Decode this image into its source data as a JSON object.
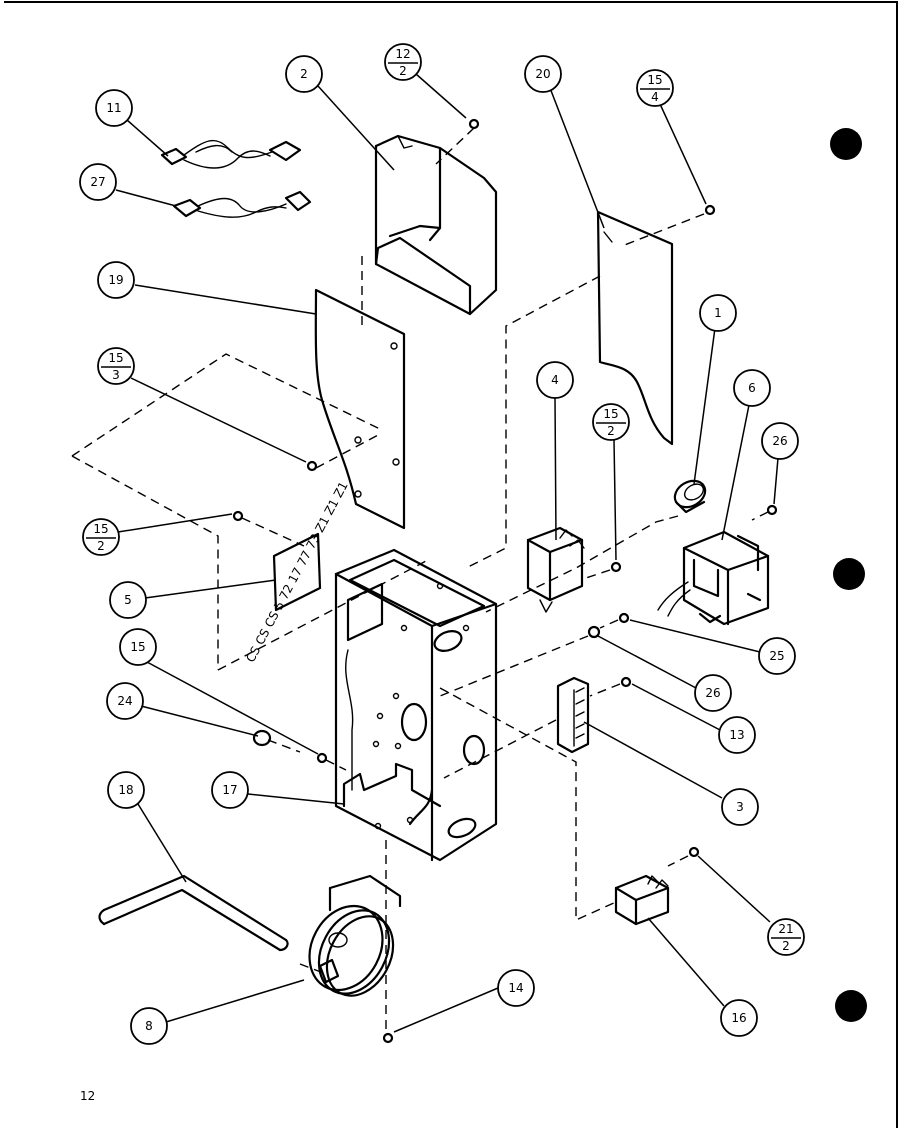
{
  "page_number": "12",
  "callouts": [
    {
      "id": "c-11",
      "label": "11"
    },
    {
      "id": "c-27",
      "label": "27"
    },
    {
      "id": "c-2",
      "label": "2"
    },
    {
      "id": "c-12-2",
      "num": "12",
      "den": "2"
    },
    {
      "id": "c-20",
      "label": "20"
    },
    {
      "id": "c-15-4",
      "num": "15",
      "den": "4"
    },
    {
      "id": "c-19",
      "label": "19"
    },
    {
      "id": "c-15-3",
      "num": "15",
      "den": "3"
    },
    {
      "id": "c-1",
      "label": "1"
    },
    {
      "id": "c-4",
      "label": "4"
    },
    {
      "id": "c-15-2b",
      "num": "15",
      "den": "2"
    },
    {
      "id": "c-6",
      "label": "6"
    },
    {
      "id": "c-26a",
      "label": "26"
    },
    {
      "id": "c-15-2a",
      "num": "15",
      "den": "2"
    },
    {
      "id": "c-5",
      "label": "5"
    },
    {
      "id": "c-15",
      "label": "15"
    },
    {
      "id": "c-24",
      "label": "24"
    },
    {
      "id": "c-25",
      "label": "25"
    },
    {
      "id": "c-26b",
      "label": "26"
    },
    {
      "id": "c-13",
      "label": "13"
    },
    {
      "id": "c-17",
      "label": "17"
    },
    {
      "id": "c-18",
      "label": "18"
    },
    {
      "id": "c-3",
      "label": "3"
    },
    {
      "id": "c-21-2",
      "num": "21",
      "den": "2"
    },
    {
      "id": "c-14",
      "label": "14"
    },
    {
      "id": "c-8",
      "label": "8"
    },
    {
      "id": "c-16",
      "label": "16"
    }
  ],
  "board_marking": "CS CS CS 5 72 17 77 73 Z1 Z1 Z1"
}
